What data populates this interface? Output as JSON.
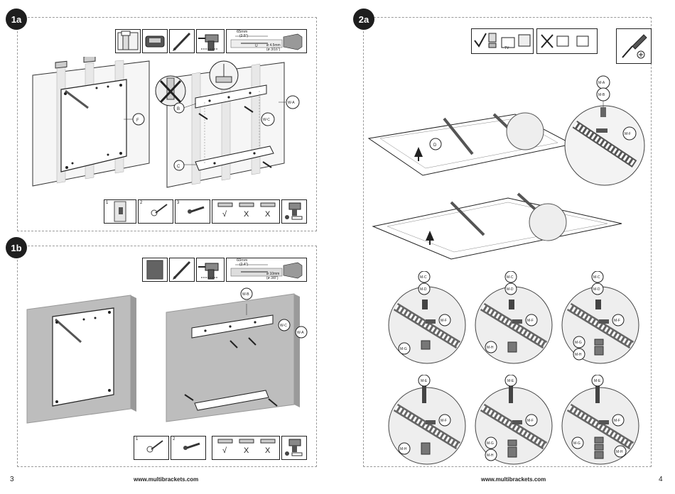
{
  "pages": [
    {
      "number": "3",
      "footer_url": "www.multibrackets.com",
      "sections": [
        {
          "badge": "1a",
          "tools": [
            "wall-stud-icon",
            "stud-finder-icon",
            "pencil-icon",
            "drill-icon"
          ],
          "drill_spec": {
            "depth": "65mm",
            "depth_in": "(2.5\")",
            "diameter": "ø 4.5mm",
            "diameter_in": "(ø 3/16\")",
            "u": "U"
          },
          "labels": {
            "f": "F",
            "b": "B",
            "c": "C",
            "wa": "W-A",
            "wc": "W-C"
          },
          "steps": [
            "1",
            "2",
            "3"
          ],
          "level_marks": [
            "√",
            "X",
            "X"
          ]
        },
        {
          "badge": "1b",
          "tools": [
            "concrete-wall-icon",
            "pencil-icon",
            "drill-icon"
          ],
          "drill_spec": {
            "depth": "60mm",
            "depth_in": "(2.4\")",
            "diameter": "ø 10mm",
            "diameter_in": "(ø 3/8\")"
          },
          "labels": {
            "wb": "W-B",
            "wc": "W-C",
            "wa": "W-A"
          },
          "steps": [
            "1",
            "2"
          ],
          "level_marks": [
            "√",
            "X",
            "X"
          ]
        }
      ]
    },
    {
      "number": "4",
      "footer_url": "www.multibrackets.com",
      "sections": [
        {
          "badge": "2a",
          "labels": {
            "ma": "M-A",
            "mb": "M-B",
            "mf": "M-F",
            "d": "D",
            "tv": "TV"
          },
          "details": [
            {
              "top": [
                "M-C",
                "M-D"
              ],
              "side": "M-F",
              "bottom": [
                "M-G"
              ]
            },
            {
              "top": [
                "M-C",
                "M-D"
              ],
              "side": "M-F",
              "bottom": [
                "M-H"
              ]
            },
            {
              "top": [
                "M-C",
                "M-D"
              ],
              "side": "M-F",
              "bottom": [
                "M-G",
                "M-H"
              ]
            },
            {
              "top": [
                "M-E"
              ],
              "side": "M-F",
              "bottom": [
                "M-H"
              ]
            },
            {
              "top": [
                "M-E"
              ],
              "side": "M-F",
              "bottom": [
                "M-G",
                "M-H"
              ]
            },
            {
              "top": [
                "M-E"
              ],
              "side": "M-F",
              "bottom": [
                "M-G",
                "M-H"
              ]
            }
          ]
        }
      ]
    }
  ]
}
